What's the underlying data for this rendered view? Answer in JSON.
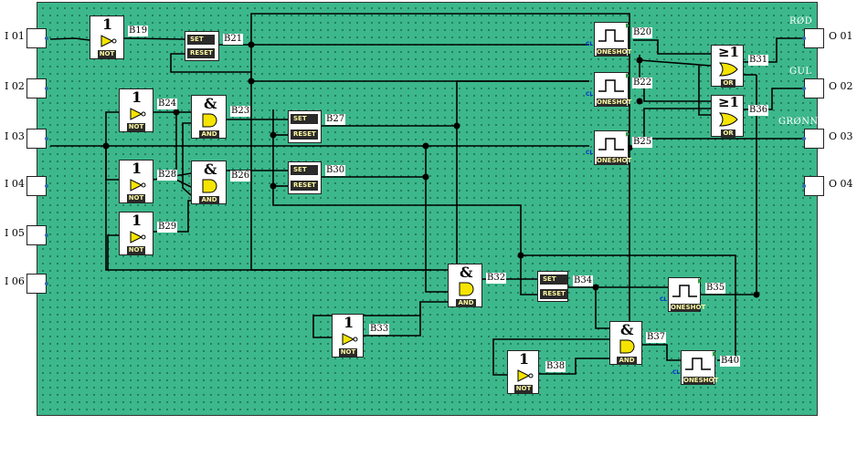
{
  "inputs": [
    "I 01",
    "I 02",
    "I 03",
    "I 04",
    "I 05",
    "I 06"
  ],
  "outputs": [
    "O 01",
    "O 02",
    "O 03",
    "O 04"
  ],
  "output_names": [
    "RØD",
    "GUL",
    "GRØNN"
  ],
  "symbols": {
    "not": "1",
    "and": "&",
    "or": "≥1"
  },
  "captions": {
    "not": "NOT",
    "and": "AND",
    "or": "OR",
    "oneshot": "ONESHOT",
    "set": "SET",
    "reset": "RESET",
    "cl": "CL"
  },
  "blocks": {
    "B19": "B19",
    "B21": "B21",
    "B24": "B24",
    "B23": "B23",
    "B27": "B27",
    "B28": "B28",
    "B26": "B26",
    "B30": "B30",
    "B29": "B29",
    "B20": "B20",
    "B22": "B22",
    "B25": "B25",
    "B31": "B31",
    "B36": "B36",
    "B32": "B32",
    "B34": "B34",
    "B35": "B35",
    "B33": "B33",
    "B37": "B37",
    "B38": "B38",
    "B40": "B40"
  }
}
